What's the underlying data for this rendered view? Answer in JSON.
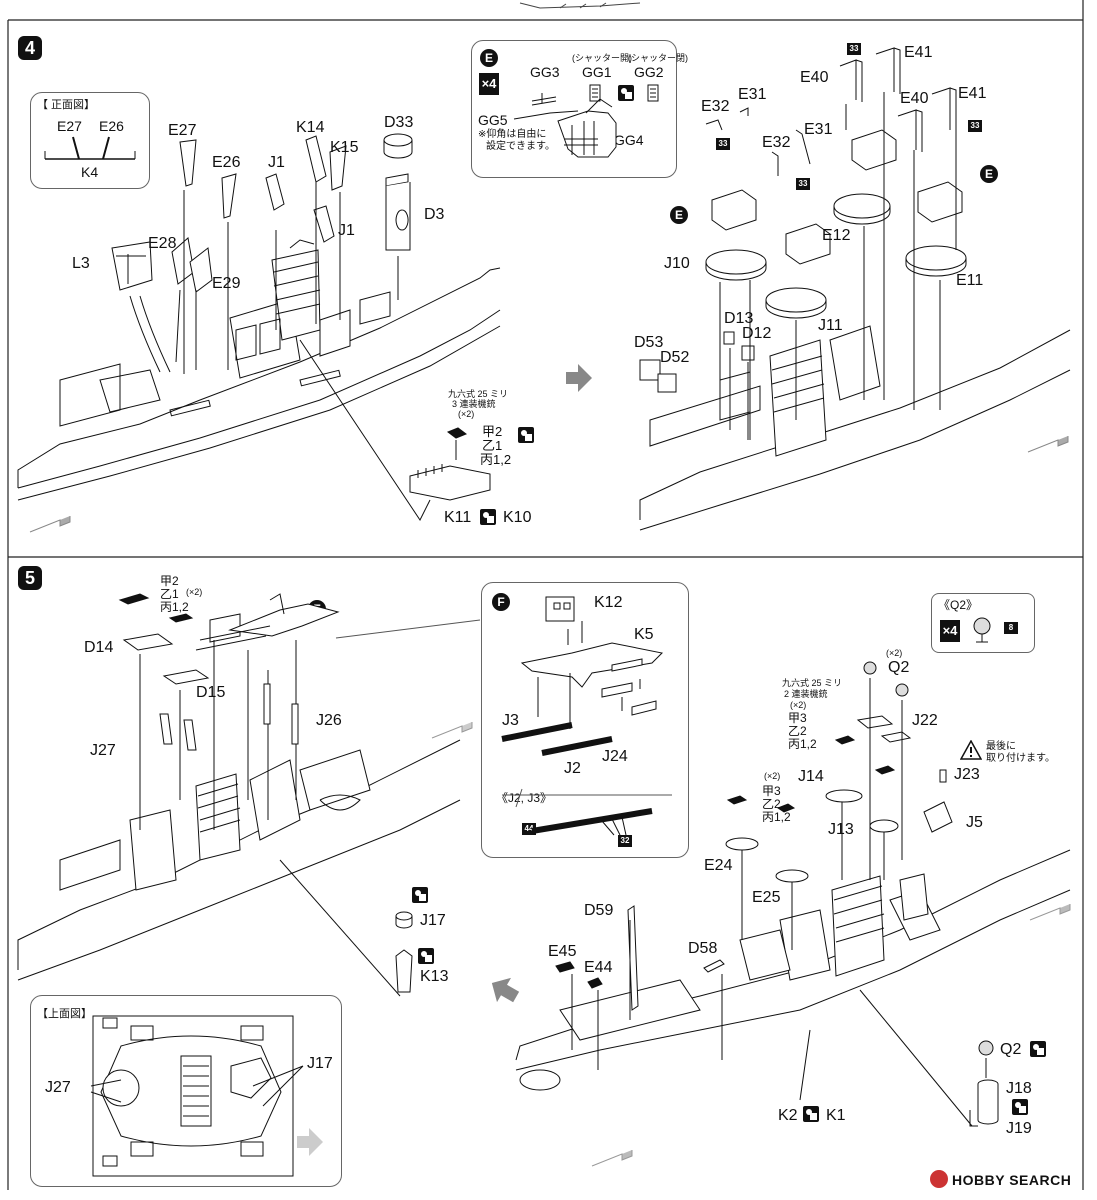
{
  "step4": {
    "number": "4",
    "front_view": {
      "title": "【 正面図】",
      "left": "E27",
      "right": "E26",
      "bottom": "K4"
    },
    "subassy_e": {
      "letter": "E",
      "count": "×4",
      "shutter_open": "(シャッター開)",
      "shutter_closed": "(シャッター閉)",
      "parts": [
        "GG3",
        "GG1",
        "GG2",
        "GG5",
        "GG4"
      ],
      "note_line1": "※仰角は自由に",
      "note_line2": "設定できます。"
    },
    "aa_note": {
      "line1": "九六式 25 ミリ",
      "line2": "3 連装機銃",
      "line3": "(×2)",
      "opt1": "甲2",
      "opt2": "乙1",
      "opt3": "丙1,2"
    },
    "labels_left": [
      "E27",
      "K14",
      "K15",
      "D33",
      "E26",
      "J1",
      "D3",
      "J1",
      "E28",
      "L3",
      "E29"
    ],
    "k11_k10": {
      "a": "K11",
      "b": "K10"
    },
    "labels_right": [
      "E41",
      "E40",
      "E40",
      "E41",
      "E32",
      "E31",
      "E31",
      "E32",
      "E12",
      "J10",
      "J11",
      "E11",
      "D13",
      "D12",
      "D53",
      "D52"
    ],
    "badge_33": "33",
    "e_circle": "E"
  },
  "step5": {
    "number": "5",
    "aa_top": {
      "opt1": "甲2",
      "opt2": "乙1",
      "mult": "(×2)",
      "opt3": "丙1,2"
    },
    "labels_left": [
      "D14",
      "D15",
      "J26",
      "J27",
      "J17",
      "K13"
    ],
    "f_circle": "F",
    "subassy_f": {
      "letter": "F",
      "parts": [
        "K12",
        "K5",
        "J3",
        "J2",
        "J24"
      ],
      "j2j3_title": "《J2, J3》",
      "badge44": "44",
      "badge32": "32"
    },
    "q2_box": {
      "title": "《Q2》",
      "count": "×4",
      "badge": "8"
    },
    "aa_note": {
      "line1": "九六式 25 ミリ",
      "line2": "2 連装機銃",
      "line3": "(×2)",
      "opt1": "甲3",
      "opt2": "乙2",
      "opt3": "丙1,2"
    },
    "aa_note2": {
      "mult": "(×2)",
      "opt1": "甲3",
      "opt2": "乙2",
      "opt3": "丙1,2"
    },
    "q2_label": {
      "mult": "(×2)",
      "name": "Q2"
    },
    "warning": {
      "line1": "最後に",
      "line2": "取り付けます。"
    },
    "labels_right": [
      "J22",
      "J14",
      "J23",
      "J13",
      "J5",
      "E24",
      "E25",
      "D59",
      "D58",
      "E45",
      "E44",
      "K2",
      "K1",
      "Q2",
      "J18",
      "J19"
    ],
    "top_view": {
      "title": "【上面図】",
      "a": "J27",
      "b": "J17"
    }
  },
  "footer": {
    "brand": "HOBBY SEARCH"
  }
}
